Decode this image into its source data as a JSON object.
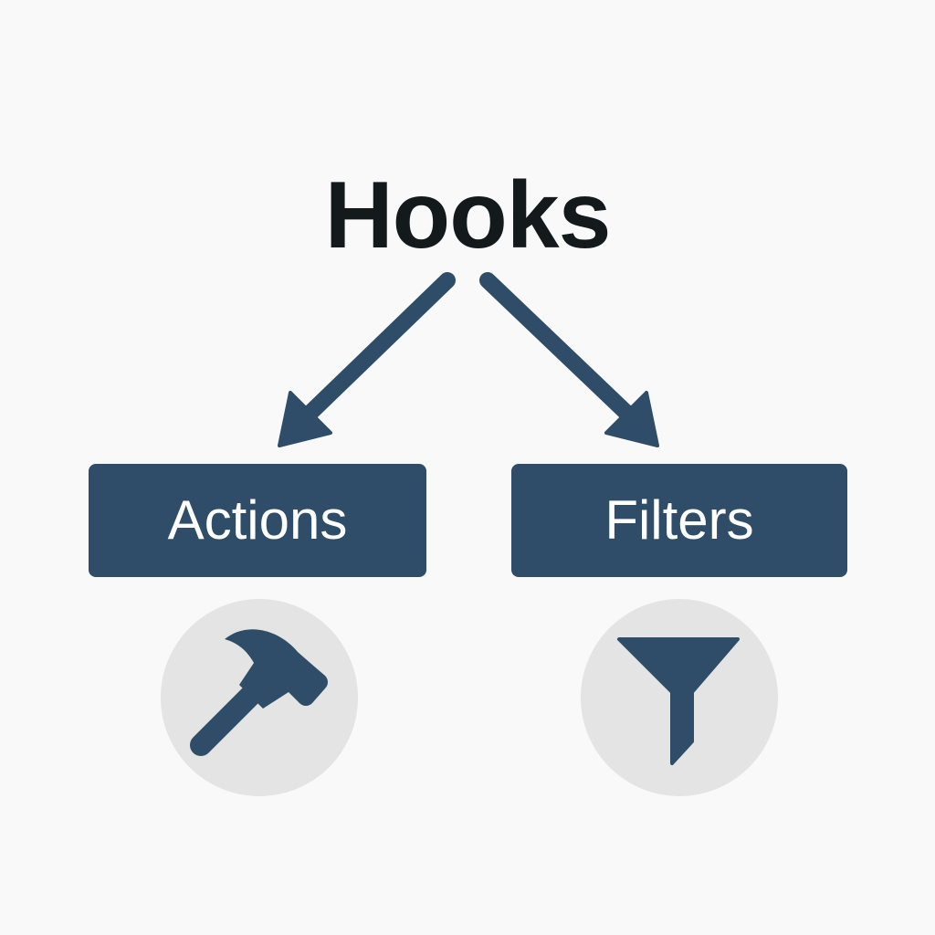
{
  "title": "Hooks",
  "nodes": {
    "actions": {
      "label": "Actions",
      "icon": "hammer-icon"
    },
    "filters": {
      "label": "Filters",
      "icon": "funnel-icon"
    }
  },
  "colors": {
    "background": "#f9f9f9",
    "accent": "#2f4d68",
    "title_text": "#141a1c",
    "box_text": "#ffffff",
    "icon_circle": "#e4e4e4"
  }
}
